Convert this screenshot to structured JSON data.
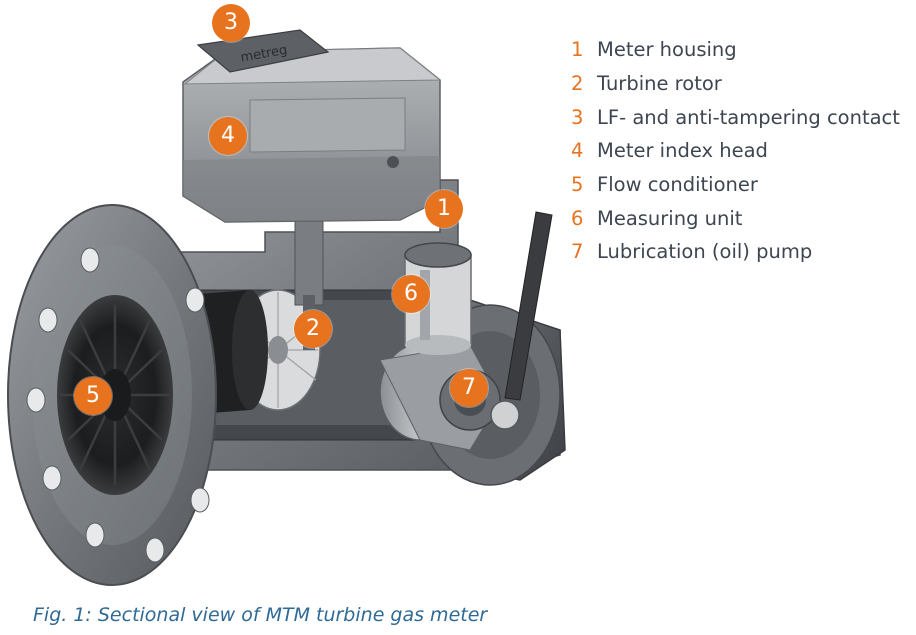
{
  "figure": {
    "caption": "Fig. 1: Sectional view of MTM turbine gas meter",
    "brand_label": "metreg",
    "accent_color": "#e8731f",
    "caption_color": "#2f6a97",
    "legend": [
      {
        "num": "1",
        "label": "Meter housing"
      },
      {
        "num": "2",
        "label": "Turbine rotor"
      },
      {
        "num": "3",
        "label": "LF- and anti-tampering contact"
      },
      {
        "num": "4",
        "label": "Meter index head"
      },
      {
        "num": "5",
        "label": "Flow conditioner"
      },
      {
        "num": "6",
        "label": "Measuring unit"
      },
      {
        "num": "7",
        "label": "Lubrication (oil) pump"
      }
    ],
    "markers": [
      "1",
      "2",
      "3",
      "4",
      "5",
      "6",
      "7"
    ]
  }
}
